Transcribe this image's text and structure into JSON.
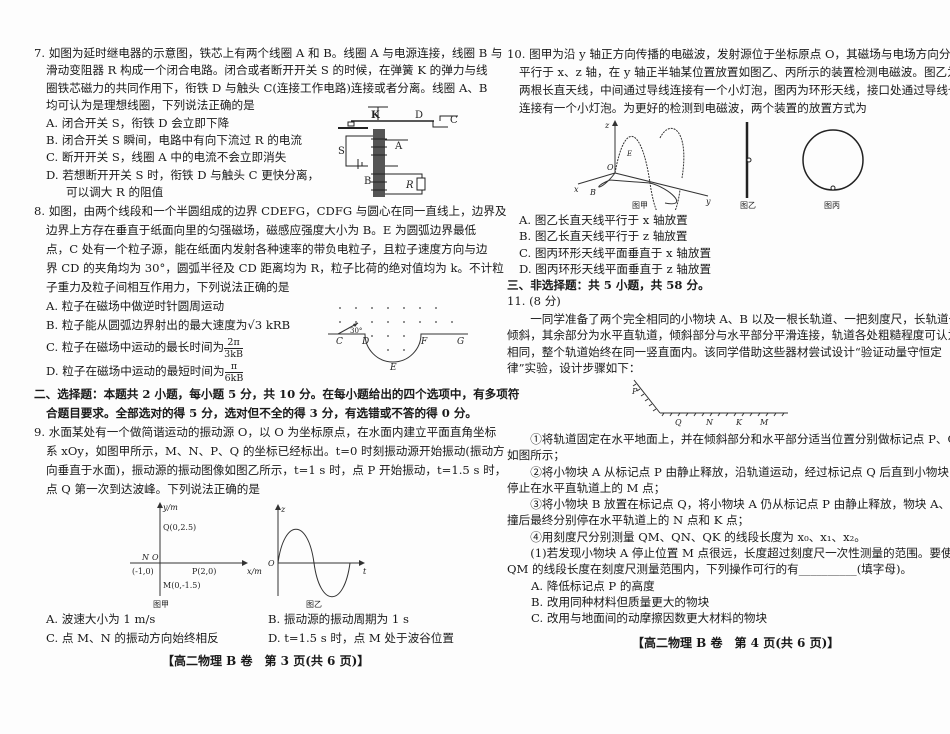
{
  "q7": {
    "lines": [
      "7. 如图为延时继电器的示意图，铁芯上有两个线圈 A 和 B。线圈 A 与电源连接，线圈 B 与",
      "滑动变阻器 R 构成一个闭合电路。闭合或者断开开关 S 的时候，在弹簧 K 的弹力与线",
      "圈铁芯磁力的共同作用下，衔铁 D 与触头 C(连接工作电路)连接或者分离。线圈 A、B",
      "均可认为是理想线圈，下列说法正确的是"
    ],
    "options": [
      "A. 闭合开关 S，衔铁 D 会立即下降",
      "B. 闭合开关 S 瞬间，电路中有向下流过 R 的电流",
      "C. 断开开关 S，线圈 A 中的电流不会立即消失",
      "D. 若想断开开关 S 时，衔铁 D 与触头 C 更快分离，",
      "可以调大 R 的阻值"
    ],
    "figure": {
      "K": "K",
      "D": "D",
      "C": "C",
      "S": "S",
      "A": "A",
      "B": "B",
      "R": "R"
    }
  },
  "q8": {
    "lines": [
      "8. 如图，由两个线段和一个半圆组成的边界 CDEFG，CDFG 与圆心在同一直线上，边界及",
      "边界上方存在垂直于纸面向里的匀强磁场，磁感应强度大小为 B。E 为圆弧边界最低",
      "点，C 处有一个粒子源，能在纸面内发射各种速率的带负电粒子，且粒子速度方向与边",
      "界 CD 的夹角均为 30°，圆弧半径及 CD 距离均为 R，粒子比荷的绝对值均为 k。不计粒",
      "子重力及粒子间相互作用力，下列说法正确的是"
    ],
    "optA": "A. 粒子在磁场中做逆时针圆周运动",
    "optB": "B. 粒子能从圆弧边界射出的最大速度为√3 kRB",
    "optC": {
      "text": "C. 粒子在磁场中运动的最长时间为",
      "num": "2π",
      "den": "3kB"
    },
    "optD": {
      "text": "D. 粒子在磁场中运动的最短时间为",
      "num": "π",
      "den": "6kB"
    },
    "figure": {
      "C": "C",
      "D": "D",
      "E": "E",
      "F": "F",
      "G": "G",
      "angle": "30°"
    }
  },
  "section2": [
    "二、选择题：本题共 2 小题，每小题 5 分，共 10 分。在每小题给出的四个选项中，有多项符",
    "合题目要求。全部选对的得 5 分，选对但不全的得 3 分，有选错或不答的得 0 分。"
  ],
  "q9": {
    "lines": [
      "9. 水面某处有一个做简谐运动的振动源 O，以 O 为坐标原点，在水面内建立平面直角坐标",
      "系 xOy，如图甲所示，M、N、P、Q 的坐标已经标出。t=0 时刻振动源开始振动(振动方",
      "向垂直于水面)，振动源的振动图像如图乙所示，t=1 s 时，点 P 开始振动，t=1.5 s 时，",
      "点 Q 第一次到达波峰。下列说法正确的是"
    ],
    "fig1": {
      "ylabel": "y/m",
      "xlabel": "x/m",
      "Q": "Q(0,2.5)",
      "P": "P(2,0)",
      "N": "N",
      "Ncoord": "(-1,0)",
      "O": "O",
      "M": "M(0,-1.5)",
      "caption": "图甲"
    },
    "fig2": {
      "ylabel": "z",
      "xlabel": "t",
      "O": "O",
      "caption": "图乙"
    },
    "options": [
      "A. 波速大小为 1 m/s",
      "B. 振动源的振动周期为 1 s",
      "C. 点 M、N 的振动方向始终相反",
      "D. t=1.5 s 时，点 M 处于波谷位置"
    ]
  },
  "footer_left": "【高二物理 B 卷　第 3 页(共 6 页)】",
  "q10": {
    "lines": [
      "10. 图甲为沿 y 轴正方向传播的电磁波，发射源位于坐标原点 O，其磁场与电场方向分别",
      "平行于 x、z 轴，在 y 轴正半轴某位置放置如图乙、丙所示的装置检测电磁波。图乙为",
      "两根长直天线，中间通过导线连接有一个小灯泡，图丙为环形天线，接口处通过导线也",
      "连接有一个小灯泡。为更好的检测到电磁波，两个装置的放置方式为"
    ],
    "fig": {
      "z": "z",
      "x": "x",
      "y": "y",
      "O": "O",
      "E": "E",
      "B": "B",
      "cap1": "图甲",
      "cap2": "图乙",
      "cap3": "图丙"
    },
    "options": [
      "A. 图乙长直天线平行于 x 轴放置",
      "B. 图乙长直天线平行于 z 轴放置",
      "C. 图丙环形天线平面垂直于 x 轴放置",
      "D. 图丙环形天线平面垂直于 z 轴放置"
    ]
  },
  "section3": "三、非选择题：共 5 小题，共 58 分。",
  "q11": {
    "head": "11. (8 分)",
    "intro": [
      "　　一同学准备了两个完全相同的小物块 A、B 以及一根长轨道、一把刻度尺，长轨道一端",
      "倾斜，其余部分为水平直轨道，倾斜部分与水平部分平滑连接，轨道各处粗糙程度可认为",
      "相同，整个轨道始终在同一竖直面内。该同学借助这些器材尝试设计“验证动量守恒定",
      "律”实验，设计步骤如下："
    ],
    "fig": {
      "P": "P",
      "Q": "Q",
      "N": "N",
      "K": "K",
      "M": "M"
    },
    "steps": [
      "　　①将轨道固定在水平地面上，并在倾斜部分和水平部分适当位置分别做标记点 P、Q，",
      "如图所示；",
      "　　②将小物块 A 从标记点 P 由静止释放，沿轨道运动，经过标记点 Q 后直到小物块 A",
      "停止在水平直轨道上的 M 点；",
      "　　③将小物块 B 放置在标记点 Q，将小物块 A 仍从标记点 P 由静止释放，物块 A、B 碰",
      "撞后最终分别停在水平轨道上的 N 点和 K 点；",
      "　　④用刻度尺分别测量 QM、QN、QK 的线段长度为 x₀、x₁、x₂。",
      "　　(1)若发现小物块 A 停止位置 M 点很远，长度超过刻度尺一次性测量的范围。要使",
      "QM 的线段长度在刻度尺测量范围内，下列操作可行的有__________(填字母)。"
    ],
    "options": [
      "A. 降低标记点 P 的高度",
      "B. 改用同种材料但质量更大的物块",
      "C. 改用与地面间的动摩擦因数更大材料的物块"
    ]
  },
  "footer_right": "【高二物理 B 卷　第 4 页(共 6 页)】"
}
